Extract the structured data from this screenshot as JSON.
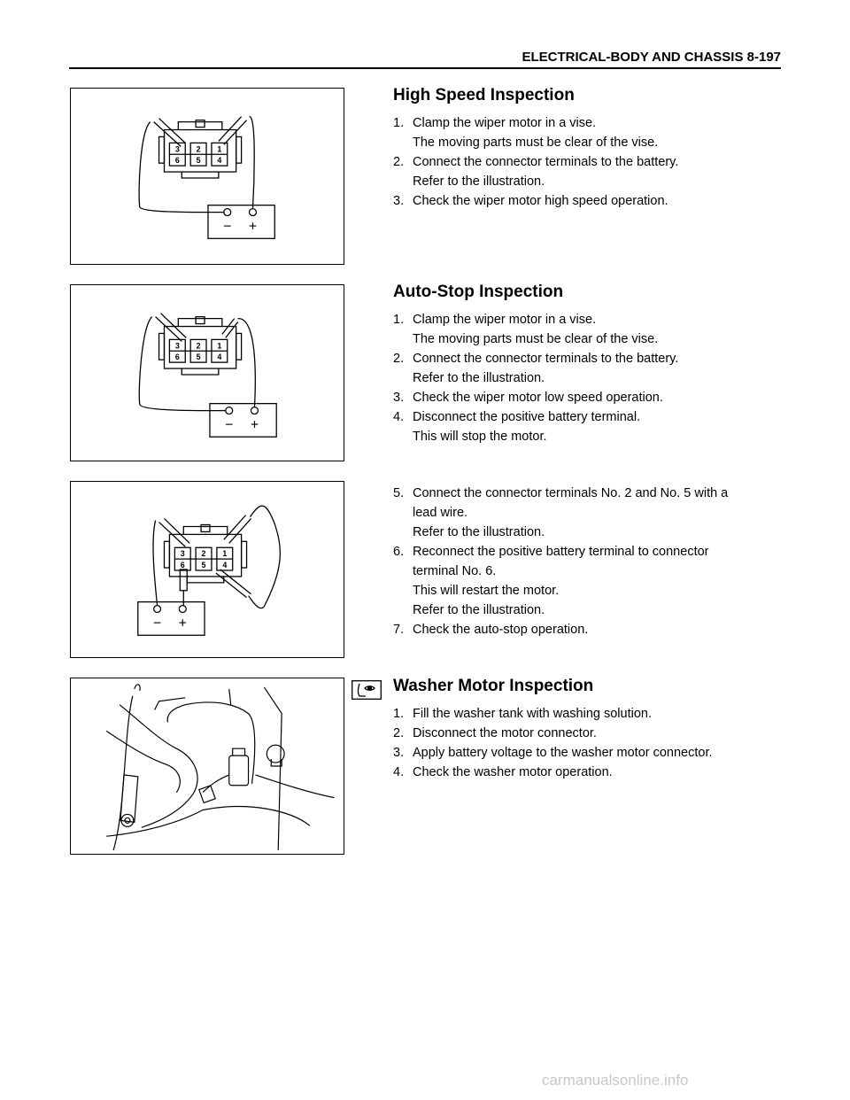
{
  "header": {
    "title": "ELECTRICAL-BODY AND CHASSIS  8-197"
  },
  "figure": {
    "terminals": [
      "3",
      "2",
      "1",
      "6",
      "5",
      "4"
    ],
    "neg_symbol": "−",
    "pos_symbol": "+"
  },
  "sections": [
    {
      "title": "High Speed Inspection",
      "steps": [
        {
          "num": "1.",
          "lines": [
            "Clamp the wiper motor in a vise.",
            "The moving parts must be clear of the vise."
          ]
        },
        {
          "num": "2.",
          "lines": [
            "Connect the connector terminals to the battery.",
            "Refer to the illustration."
          ]
        },
        {
          "num": "3.",
          "lines": [
            "Check the wiper motor high speed operation."
          ]
        }
      ]
    },
    {
      "title": "Auto-Stop Inspection",
      "steps": [
        {
          "num": "1.",
          "lines": [
            "Clamp the wiper motor in a vise.",
            "The moving parts must be clear of the vise."
          ]
        },
        {
          "num": "2.",
          "lines": [
            "Connect the connector terminals to the battery.",
            "Refer to the illustration."
          ]
        },
        {
          "num": "3.",
          "lines": [
            "Check the wiper motor low speed operation."
          ]
        },
        {
          "num": "4.",
          "lines": [
            "Disconnect the positive battery terminal.",
            "This will stop the motor."
          ]
        }
      ]
    },
    {
      "title": "",
      "steps": [
        {
          "num": "5.",
          "lines": [
            "Connect the connector terminals No. 2 and No. 5 with a",
            "lead wire.",
            "Refer to the illustration."
          ]
        },
        {
          "num": "6.",
          "lines": [
            "Reconnect the positive battery terminal to connector",
            "terminal No. 6.",
            "This will restart the motor.",
            "Refer to the illustration."
          ]
        },
        {
          "num": "7.",
          "lines": [
            "Check the auto-stop operation."
          ]
        }
      ]
    },
    {
      "title": "Washer Motor Inspection",
      "steps": [
        {
          "num": "1.",
          "lines": [
            "Fill the washer tank with washing solution."
          ]
        },
        {
          "num": "2.",
          "lines": [
            "Disconnect the motor connector."
          ]
        },
        {
          "num": "3.",
          "lines": [
            "Apply battery voltage to the washer motor connector."
          ]
        },
        {
          "num": "4.",
          "lines": [
            "Check the washer motor operation."
          ]
        }
      ]
    }
  ],
  "watermark": "carmanualsonline.info"
}
